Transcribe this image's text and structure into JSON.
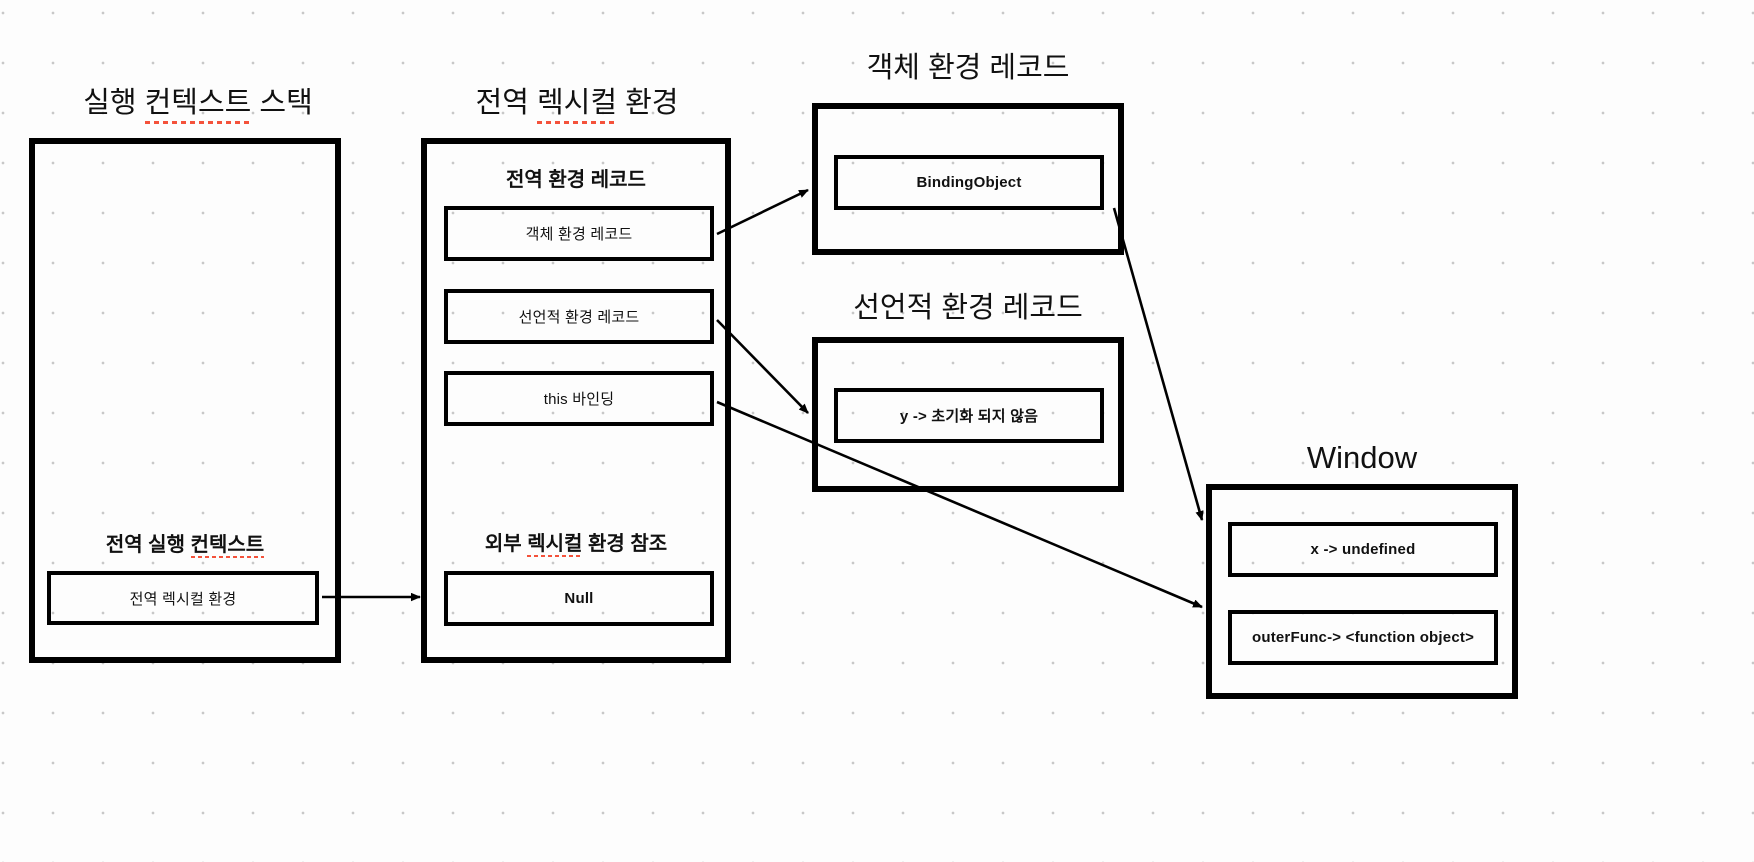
{
  "diagram": {
    "title_exec_stack": "실행 컨텍스트 스택",
    "title_global_lex_env": "전역 렉시컬 환경",
    "title_object_env_record": "객체 환경 레코드",
    "title_declarative_env_record": "선언적 환경 레코드",
    "title_window": "Window"
  },
  "exec_stack": {
    "frame_title": "전역 실행 컨텍스트",
    "frame_item": "전역 렉시컬 환경"
  },
  "global_lexical_env": {
    "env_record_title": "전역 환경 레코드",
    "records": [
      "객체 환경 레코드",
      "선언적 환경 레코드",
      "this 바인딩"
    ],
    "outer_ref_title": "외부 렉시컬 환경 참조",
    "outer_ref_value": "Null"
  },
  "object_env_record": {
    "items": [
      "BindingObject"
    ]
  },
  "declarative_env_record": {
    "items": [
      "y -> 초기화 되지 않음"
    ]
  },
  "window": {
    "items": [
      "x -> undefined",
      "outerFunc-> <function object>"
    ]
  },
  "colors": {
    "stroke": "#000000",
    "spellcheck": "#f4523b",
    "background": "#fdfdfd",
    "grid_dot": "#c8c8c8"
  }
}
